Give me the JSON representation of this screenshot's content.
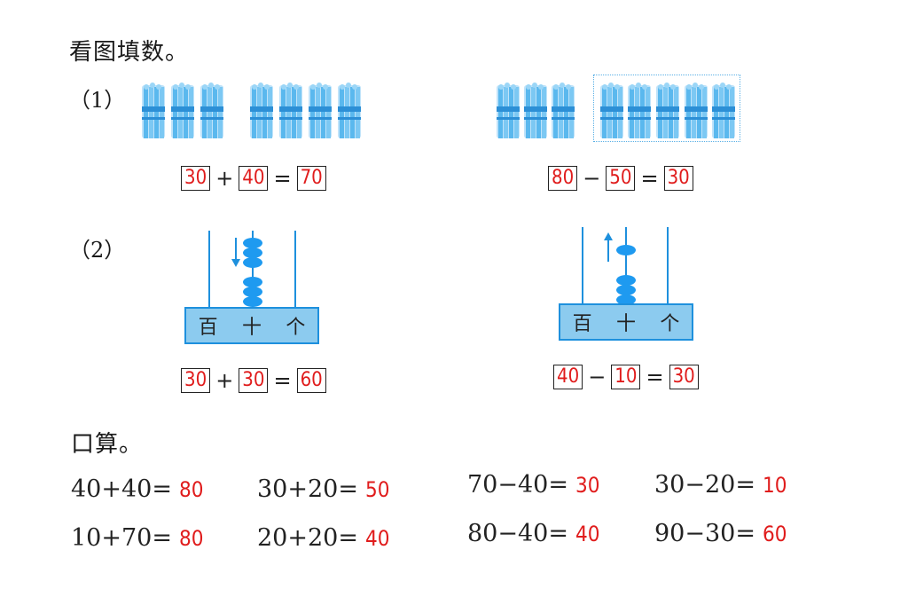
{
  "section1": {
    "title": "看图填数。"
  },
  "q1": {
    "label": "（1）",
    "left": {
      "a": "30",
      "op": "+",
      "b": "40",
      "eq": "=",
      "result": "70"
    },
    "right": {
      "a": "80",
      "op": "−",
      "b": "50",
      "eq": "=",
      "result": "30"
    }
  },
  "q2": {
    "label": "（2）",
    "left": {
      "places": [
        "百",
        "十",
        "个"
      ],
      "a": "30",
      "op": "+",
      "b": "30",
      "eq": "=",
      "result": "60"
    },
    "right": {
      "places": [
        "百",
        "十",
        "个"
      ],
      "a": "40",
      "op": "−",
      "b": "10",
      "eq": "=",
      "result": "30"
    }
  },
  "section2": {
    "title": "口算。"
  },
  "oral": [
    {
      "expr": "40+40=",
      "answer": "80"
    },
    {
      "expr": "30+20=",
      "answer": "50"
    },
    {
      "expr": "70−40=",
      "answer": "30"
    },
    {
      "expr": "30−20=",
      "answer": "10"
    },
    {
      "expr": "10+70=",
      "answer": "80"
    },
    {
      "expr": "20+20=",
      "answer": "40"
    },
    {
      "expr": "80−40=",
      "answer": "40"
    },
    {
      "expr": "90−30=",
      "answer": "60"
    }
  ],
  "colors": {
    "answer": "#e01c1c",
    "bead": "#1e9af0",
    "stick": "#5ab8ee",
    "base": "#8ccbef"
  }
}
